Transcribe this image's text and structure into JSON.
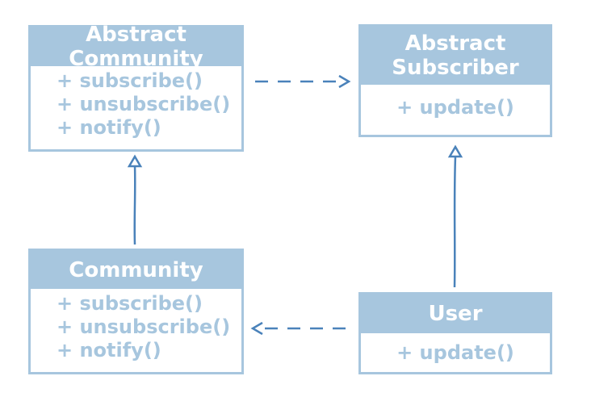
{
  "colors": {
    "box": "#a7c6de",
    "connector": "#4a82ba",
    "header_text": "#ffffff"
  },
  "classes": {
    "abstract_community": {
      "name": "Abstract Community",
      "members": [
        "+ subscribe()",
        "+ unsubscribe()",
        "+ notify()"
      ]
    },
    "abstract_subscriber": {
      "name_line1": "Abstract",
      "name_line2": "Subscriber",
      "members": [
        "+ update()"
      ]
    },
    "community": {
      "name": "Community",
      "members": [
        "+ subscribe()",
        "+ unsubscribe()",
        "+ notify()"
      ]
    },
    "user": {
      "name": "User",
      "members": [
        "+ update()"
      ]
    }
  }
}
